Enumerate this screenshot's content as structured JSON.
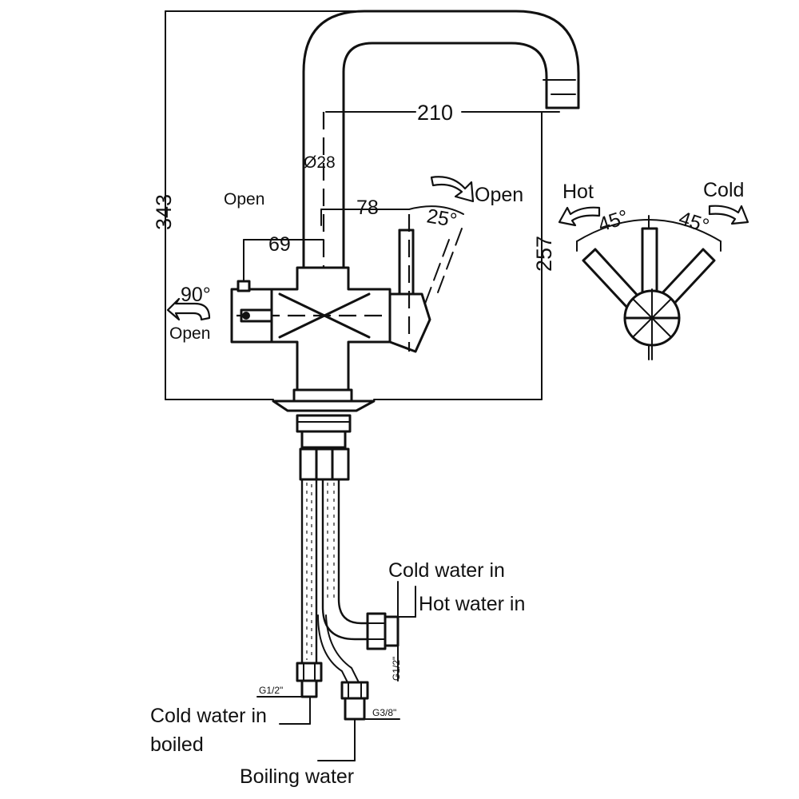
{
  "dimensions": {
    "total_height": "343",
    "spout_reach": "210",
    "spout_height": "257",
    "spout_diameter": "Ø28",
    "lever_offset": "78",
    "knob_offset": "69"
  },
  "angles": {
    "lever_tilt": "25°",
    "knob_rotation": "90°",
    "hot_angle": "45°",
    "cold_angle": "45°"
  },
  "labels": {
    "lever_open": "Open",
    "knob_open_top": "Open",
    "knob_open_side": "Open",
    "hot": "Hot",
    "cold": "Cold",
    "cold_water_in": "Cold water in",
    "hot_water_in": "Hot water in",
    "cold_water_in_boiled_line1": "Cold water in",
    "cold_water_in_boiled_line2": "boiled",
    "boiling_water": "Boiling water"
  },
  "threads": {
    "hot_inlet": "G1/2\"",
    "cold_boiled_inlet": "G1/2\"",
    "boiling_outlet": "G3/8\""
  }
}
